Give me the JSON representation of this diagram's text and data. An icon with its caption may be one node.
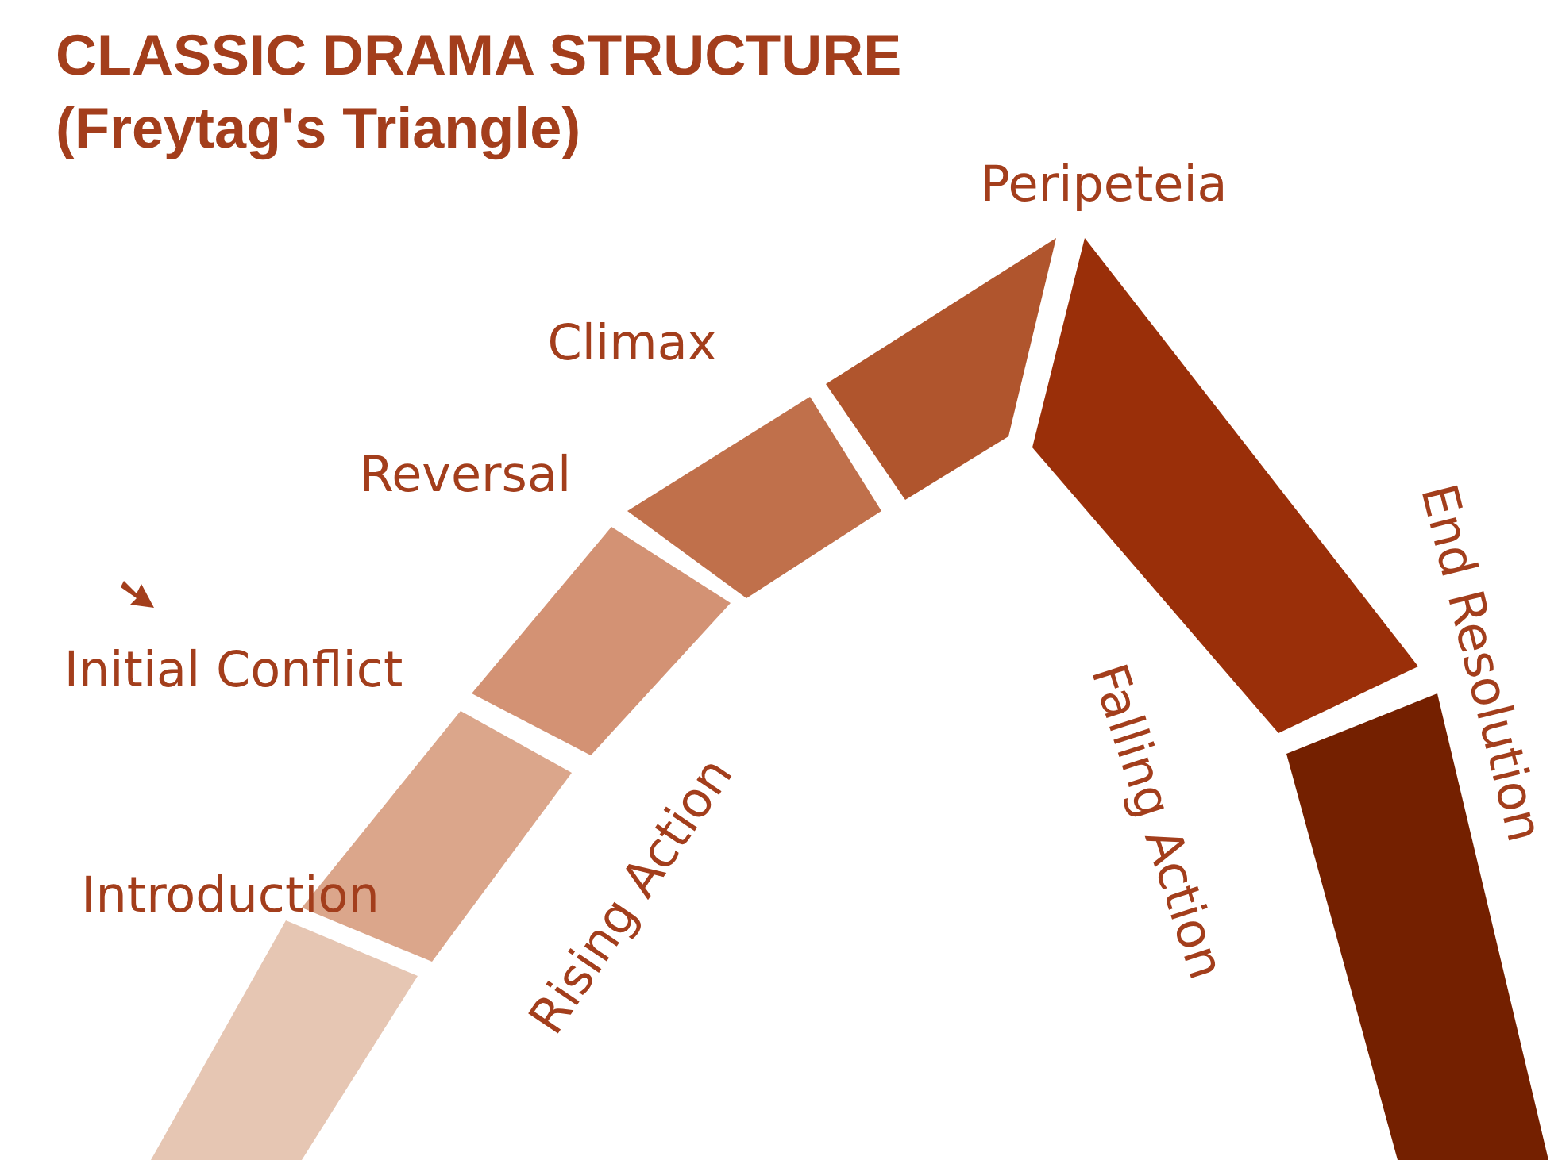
{
  "diagram": {
    "title": "CLASSIC DRAMA STRUCTURE",
    "caption": "(Freytag's Triangle)",
    "labels": [
      "Peripeteia",
      "Climax",
      "Reversal",
      "Initial Conflict",
      "Introduction",
      "Rising Action",
      "Falling Action",
      "End Resolution"
    ]
  }
}
